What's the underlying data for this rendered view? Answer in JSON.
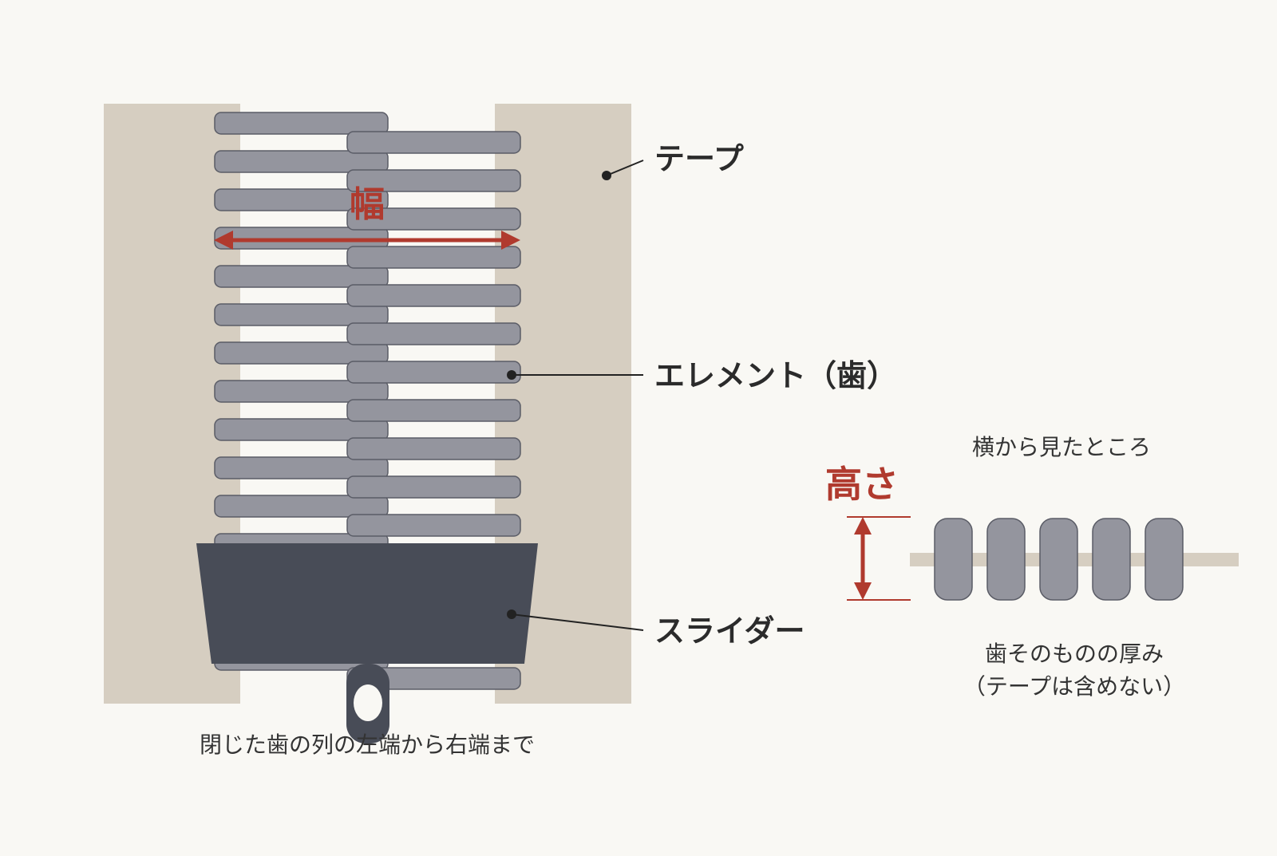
{
  "colors": {
    "background": "#f9f8f4",
    "tape": "#d6cec1",
    "tooth": "#94959e",
    "tooth_stroke": "#5a5c66",
    "slider": "#484c57",
    "accent_red": "#b03a2e",
    "text": "#2b2b2b",
    "leader": "#222222"
  },
  "labels": {
    "tape": "テープ",
    "element": "エレメント（歯）",
    "slider": "スライダー",
    "width_title": "幅",
    "width_caption": "閉じた歯の列の左端から右端まで",
    "side_view_title": "横から見たところ",
    "height_title": "高さ",
    "height_caption_line1": "歯そのものの厚み",
    "height_caption_line2": "（テープは含めない）"
  },
  "icons": {
    "width_arrow": "double-arrow-horizontal-icon",
    "height_arrow": "double-arrow-vertical-icon",
    "leader_dot": "dot-icon",
    "pull_tab_hole": "hole-icon"
  }
}
